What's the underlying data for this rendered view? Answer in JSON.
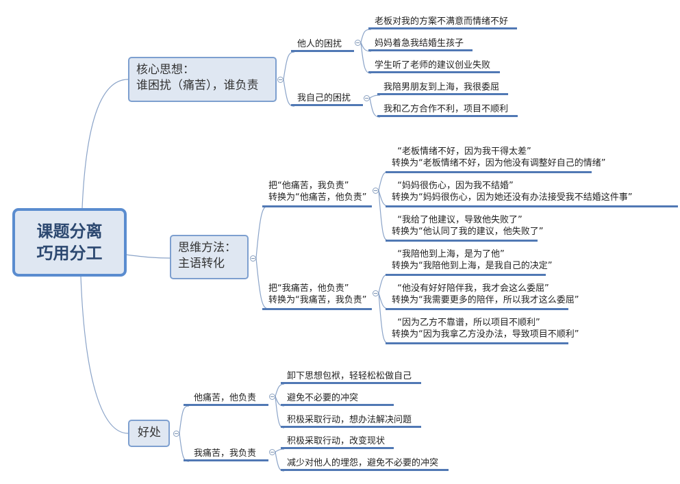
{
  "root": {
    "title": "课题分离\n巧用分工"
  },
  "branches": [
    {
      "label": "核心思想：\n谁困扰（痛苦），谁负责",
      "groups": [
        {
          "label": "他人的困扰",
          "items": [
            "老板对我的方案不满意而情绪不好",
            "妈妈着急我结婚生孩子",
            "学生听了老师的建议创业失败"
          ]
        },
        {
          "label": "我自己的困扰",
          "items": [
            "我陪男朋友到上海，我很委屈",
            "我和乙方合作不利，项目不顺利"
          ]
        }
      ]
    },
    {
      "label": "思维方法：\n主语转化",
      "groups": [
        {
          "label": "把“他痛苦，我负责”\n转换为“他痛苦，他负责”",
          "items": [
            "  “老板情绪不好，因为我干得太差”\n转换为“老板情绪不好，因为他没有调整好自己的情绪”",
            "  “妈妈很伤心，因为我不结婚”\n转换为“妈妈很伤心，因为她还没有办法接受我不结婚这件事”",
            "  “我给了他建议，导致他失败了”\n转换为“他认同了我的建议，他失败了”"
          ]
        },
        {
          "label": "把“我痛苦，他负责”\n转换为“我痛苦，我负责”",
          "items": [
            "  “我陪他到上海，是为了他”\n转换为“我陪他到上海，是我自己的决定”",
            "  “他没有好好陪伴我，我才会这么委屈”\n转换为“我需要更多的陪伴，所以我才这么委屈”",
            "  “因为乙方不靠谱，所以项目不顺利”\n转换为“因为我拿乙方没办法，导致项目不顺利”"
          ]
        }
      ]
    },
    {
      "label": "好处",
      "groups": [
        {
          "label": "他痛苦，他负责",
          "items": [
            "卸下思想包袱，轻轻松松做自己",
            "避免不必要的冲突",
            "积极采取行动，想办法解决问题"
          ]
        },
        {
          "label": "我痛苦，我负责",
          "items": [
            "积极采取行动，改变现状",
            "减少对他人的埋怨，避免不必要的冲突"
          ]
        }
      ]
    }
  ],
  "colors": {
    "node_fill": "#dfe7f2",
    "node_border": "#7d9fcf",
    "underline": "#5078b4",
    "connector": "#8aa3c8"
  }
}
